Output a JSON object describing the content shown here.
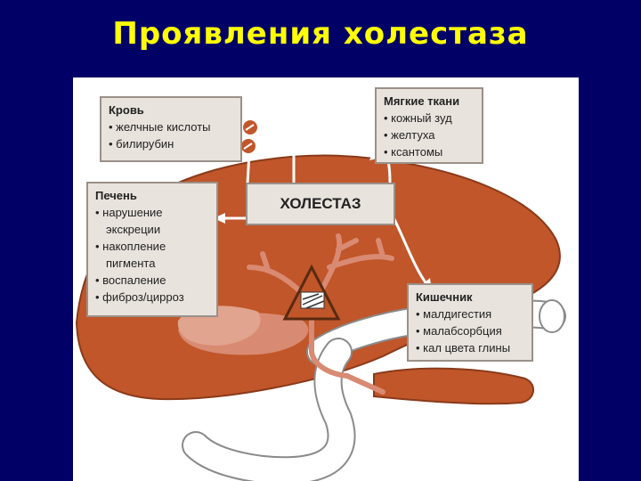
{
  "slide": {
    "title": "Проявления холестаза"
  },
  "center": {
    "label": "ХОЛЕСТАЗ"
  },
  "blood": {
    "title": "Кровь",
    "items": [
      "желчные кислоты",
      "билирубин"
    ]
  },
  "soft": {
    "title": "Мягкие ткани",
    "items": [
      "кожный зуд",
      "желтуха",
      "ксантомы"
    ]
  },
  "liver": {
    "title": "Печень",
    "items": [
      "нарушение",
      "экскреции",
      "накопление",
      "пигмента",
      "воспаление",
      "фиброз/цирроз"
    ]
  },
  "intestine": {
    "title": "Кишечник",
    "items": [
      "малдигестия",
      "малабсорбция",
      "кал цвета глины"
    ]
  },
  "colors": {
    "background": "#000066",
    "title": "#ffff00",
    "liver": "#c0562a",
    "box": "#e9e3dd"
  }
}
